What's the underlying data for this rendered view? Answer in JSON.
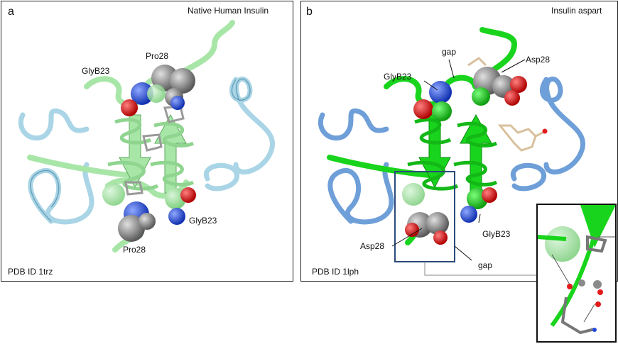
{
  "panel_a": {
    "letter": "a",
    "title": "Native Human Insulin",
    "pdb": "PDB ID 1trz",
    "labels": {
      "glyb23_top": "GlyB23",
      "pro28_top": "Pro28",
      "glyb23_bottom": "GlyB23",
      "pro28_bottom": "Pro28"
    }
  },
  "panel_b": {
    "letter": "b",
    "title": "Insulin aspart",
    "pdb": "PDB ID 1lph",
    "labels": {
      "gap_top": "gap",
      "asp28_top": "Asp28",
      "glyb23_top": "GlyB23",
      "glyb23_bottom": "GlyB23",
      "asp28_bottom": "Asp28",
      "gap_bottom": "gap"
    }
  },
  "colors": {
    "light_green": "#a8e6a8",
    "light_blue": "#b7dcea",
    "bright_green": "#19d41c",
    "steel_blue": "#6f9fd8",
    "oxygen": "#e31b1b",
    "nitrogen": "#2448e0",
    "carbon": "#8a8a8a"
  }
}
